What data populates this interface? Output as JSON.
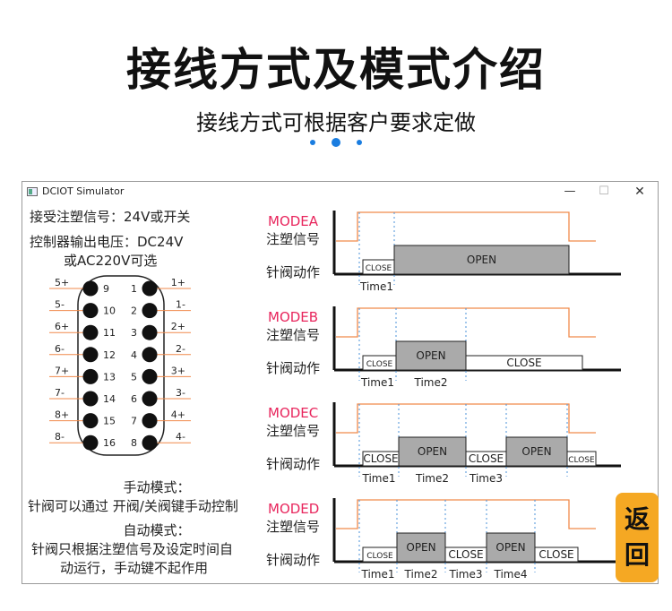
{
  "header": {
    "title": "接线方式及模式介绍",
    "subtitle": "接线方式可根据客户要求定做"
  },
  "window": {
    "title": "DCIOT Simulator",
    "minimize": "—",
    "maximize": "☐",
    "close": "✕"
  },
  "info": {
    "input_signal": "接受注塑信号：24V或开关",
    "output_voltage_1": "控制器输出电压：DC24V",
    "output_voltage_2": "或AC220V可选"
  },
  "connector": {
    "left_labels": [
      "5+",
      "5-",
      "6+",
      "6-",
      "7+",
      "7-",
      "8+",
      "8-"
    ],
    "right_labels": [
      "1+",
      "1-",
      "2+",
      "2-",
      "3+",
      "3-",
      "4+",
      "4-"
    ],
    "left_pins": [
      "9",
      "10",
      "11",
      "12",
      "13",
      "14",
      "15",
      "16"
    ],
    "right_pins": [
      "1",
      "2",
      "3",
      "4",
      "5",
      "6",
      "7",
      "8"
    ]
  },
  "modes_text": {
    "manual_title": "手动模式：",
    "manual_desc": "针阀可以通过 开阀/关阀键手动控制",
    "auto_title": "自动模式：",
    "auto_desc_1": "针阀只根据注塑信号及设定时间自",
    "auto_desc_2": "动运行，手动键不起作用"
  },
  "timing": {
    "signal_label": "注塑信号",
    "action_label": "针阀动作",
    "modes": [
      {
        "name": "MODEA",
        "segments": [
          "CLOSE",
          "OPEN"
        ],
        "times": [
          "Time1"
        ]
      },
      {
        "name": "MODEB",
        "segments": [
          "CLOSE",
          "OPEN",
          "CLOSE"
        ],
        "times": [
          "Time1",
          "Time2"
        ]
      },
      {
        "name": "MODEC",
        "segments": [
          "CLOSE",
          "OPEN",
          "CLOSE",
          "OPEN",
          "CLOSE"
        ],
        "times": [
          "Time1",
          "Time2",
          "Time3"
        ]
      },
      {
        "name": "MODED",
        "segments": [
          "CLOSE",
          "OPEN",
          "CLOSE",
          "OPEN",
          "CLOSE"
        ],
        "times": [
          "Time1",
          "Time2",
          "Time3",
          "Time4"
        ]
      }
    ]
  },
  "back_button": {
    "line1": "返",
    "line2": "回"
  },
  "colors": {
    "mode_name": "#e8265d",
    "signal_line": "#f08a4b",
    "dots": "#1a7de0",
    "back_button": "#f5a823",
    "open_fill": "#aaaaaa"
  }
}
